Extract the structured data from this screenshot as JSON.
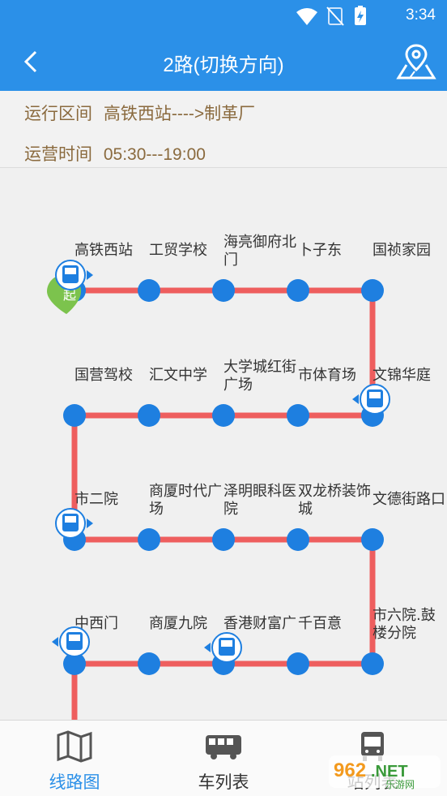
{
  "status": {
    "time": "3:34"
  },
  "header": {
    "title": "2路(切换方向)"
  },
  "info": {
    "range_label": "运行区间",
    "range_value": "高铁西站---->制革厂",
    "hours_label": "运营时间",
    "hours_value": "05:30---19:00"
  },
  "route": {
    "line_color": "#ee5e5e",
    "stop_color": "#1e7fe0",
    "start_badge": "起",
    "stops": [
      "高铁西站",
      "工贸学校",
      "海亮御府北门",
      "卜子东",
      "国祯家园",
      "文锦华庭",
      "市体育场",
      "大学城红街广场",
      "汇文中学",
      "国营驾校",
      "市二院",
      "商厦时代广场",
      "泽明眼科医院",
      "双龙桥装饰城",
      "文德街路口",
      "市六院.鼓楼分院",
      "千百意",
      "香港财富广",
      "商厦九院",
      "中西门"
    ]
  },
  "tabs": [
    {
      "label": "线路图",
      "icon": "map-icon"
    },
    {
      "label": "车列表",
      "icon": "bus-icon"
    },
    {
      "label": "站列表",
      "icon": "bus-front-icon"
    }
  ],
  "watermark": {
    "text1": "962",
    "text2": ".NET",
    "text3": "乐游网"
  }
}
